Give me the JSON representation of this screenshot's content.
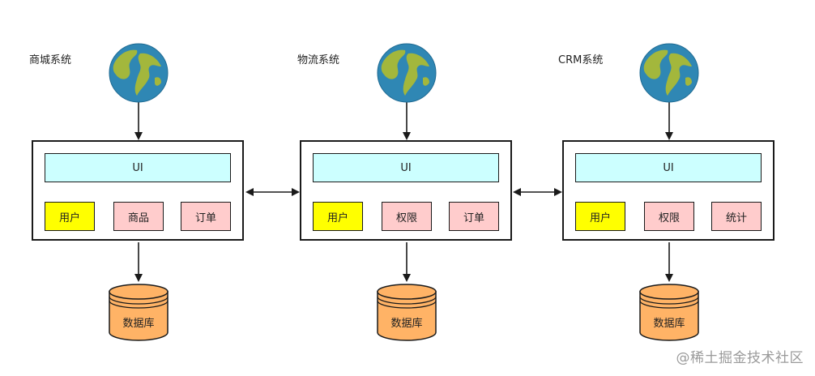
{
  "systems": [
    {
      "title": "商城系统",
      "ui_label": "UI",
      "modules": [
        "用户",
        "商品",
        "订单"
      ],
      "db_label": "数据库"
    },
    {
      "title": "物流系统",
      "ui_label": "UI",
      "modules": [
        "用户",
        "权限",
        "订单"
      ],
      "db_label": "数据库"
    },
    {
      "title": "CRM系统",
      "ui_label": "UI",
      "modules": [
        "用户",
        "权限",
        "统计"
      ],
      "db_label": "数据库"
    }
  ],
  "watermark": "@稀土掘金技术社区",
  "colors": {
    "ui_bar": "#ccffff",
    "user_module": "#ffff00",
    "other_module": "#ffcccc",
    "database": "#ffb366",
    "globe_ocean": "#2f87b4",
    "globe_land": "#a3b73c"
  }
}
